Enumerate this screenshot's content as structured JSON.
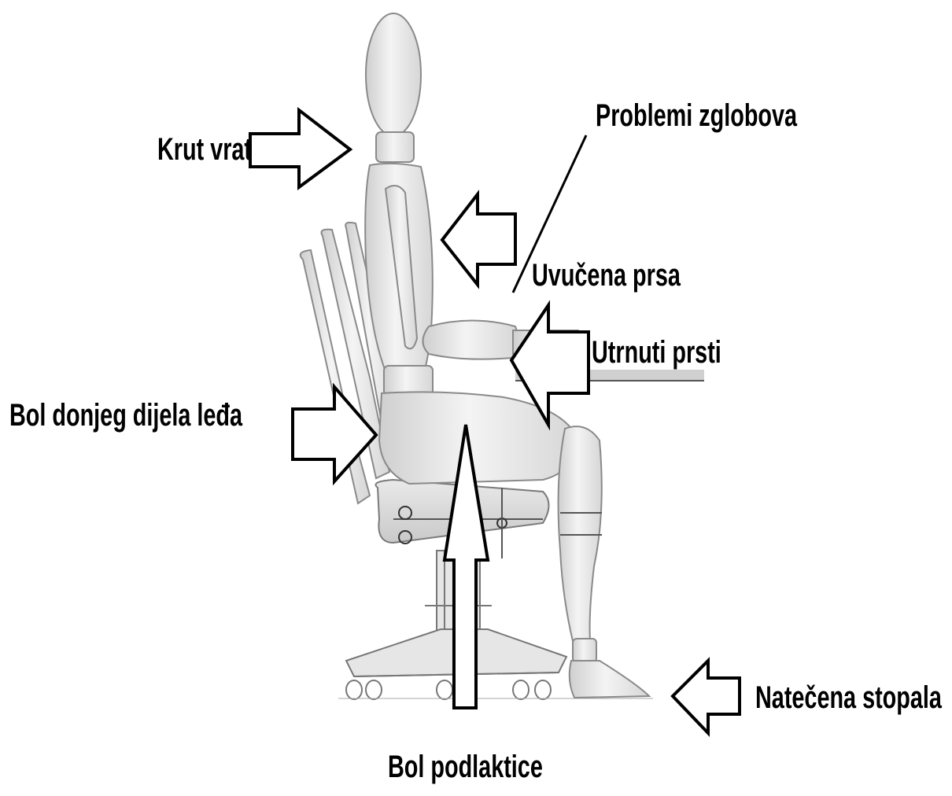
{
  "labels": {
    "krut_vrat": "Krut vrat",
    "problemi_zglobova": "Problemi zglobova",
    "uvucena_prsa": "Uvučena prsa",
    "utrnuti_prsti": "Utrnuti prsti",
    "bol_donjeg_dijela_leda": "Bol donjeg dijela leđa",
    "natecena_stopala": "Natečena stopala",
    "bol_podlaktice": "Bol podlaktice"
  }
}
